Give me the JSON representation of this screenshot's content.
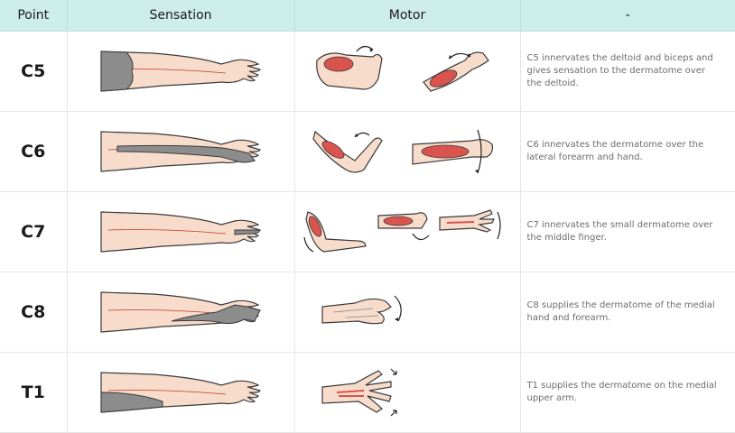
{
  "table": {
    "headers": [
      "Point",
      "Sensation",
      "Motor",
      "-"
    ],
    "rows": [
      {
        "point": "C5",
        "sensation_region": "upper-arm-deltoid",
        "motor_icons": [
          "deltoid-raise-icon",
          "biceps-flex-icon"
        ],
        "description": "C5 innervates the deltoid and biceps and gives sensation to the dermatome over the deltoid."
      },
      {
        "point": "C6",
        "sensation_region": "lateral-forearm-hand",
        "motor_icons": [
          "elbow-flex-icon",
          "wrist-extend-icon"
        ],
        "description": "C6 innervates the dermatome over the lateral forearm and hand."
      },
      {
        "point": "C7",
        "sensation_region": "middle-finger",
        "motor_icons": [
          "elbow-extend-icon",
          "wrist-flex-icon",
          "finger-extend-icon"
        ],
        "description": "C7 innervates the small dermatome over the middle finger."
      },
      {
        "point": "C8",
        "sensation_region": "medial-hand-forearm",
        "motor_icons": [
          "finger-flex-icon"
        ],
        "description": "C8 supplies the dermatome of the medial hand and forearm."
      },
      {
        "point": "T1",
        "sensation_region": "medial-upper-arm",
        "motor_icons": [
          "finger-spread-icon"
        ],
        "description": "T1 supplies the dermatome on the medial upper arm."
      }
    ]
  },
  "colors": {
    "header_bg": "#cdeee8",
    "skin": "#f7dccb",
    "skin_outline": "#3a3a3a",
    "dermatome": "#8c8c8c",
    "muscle": "#d9534f",
    "nerve": "#c0392b"
  }
}
